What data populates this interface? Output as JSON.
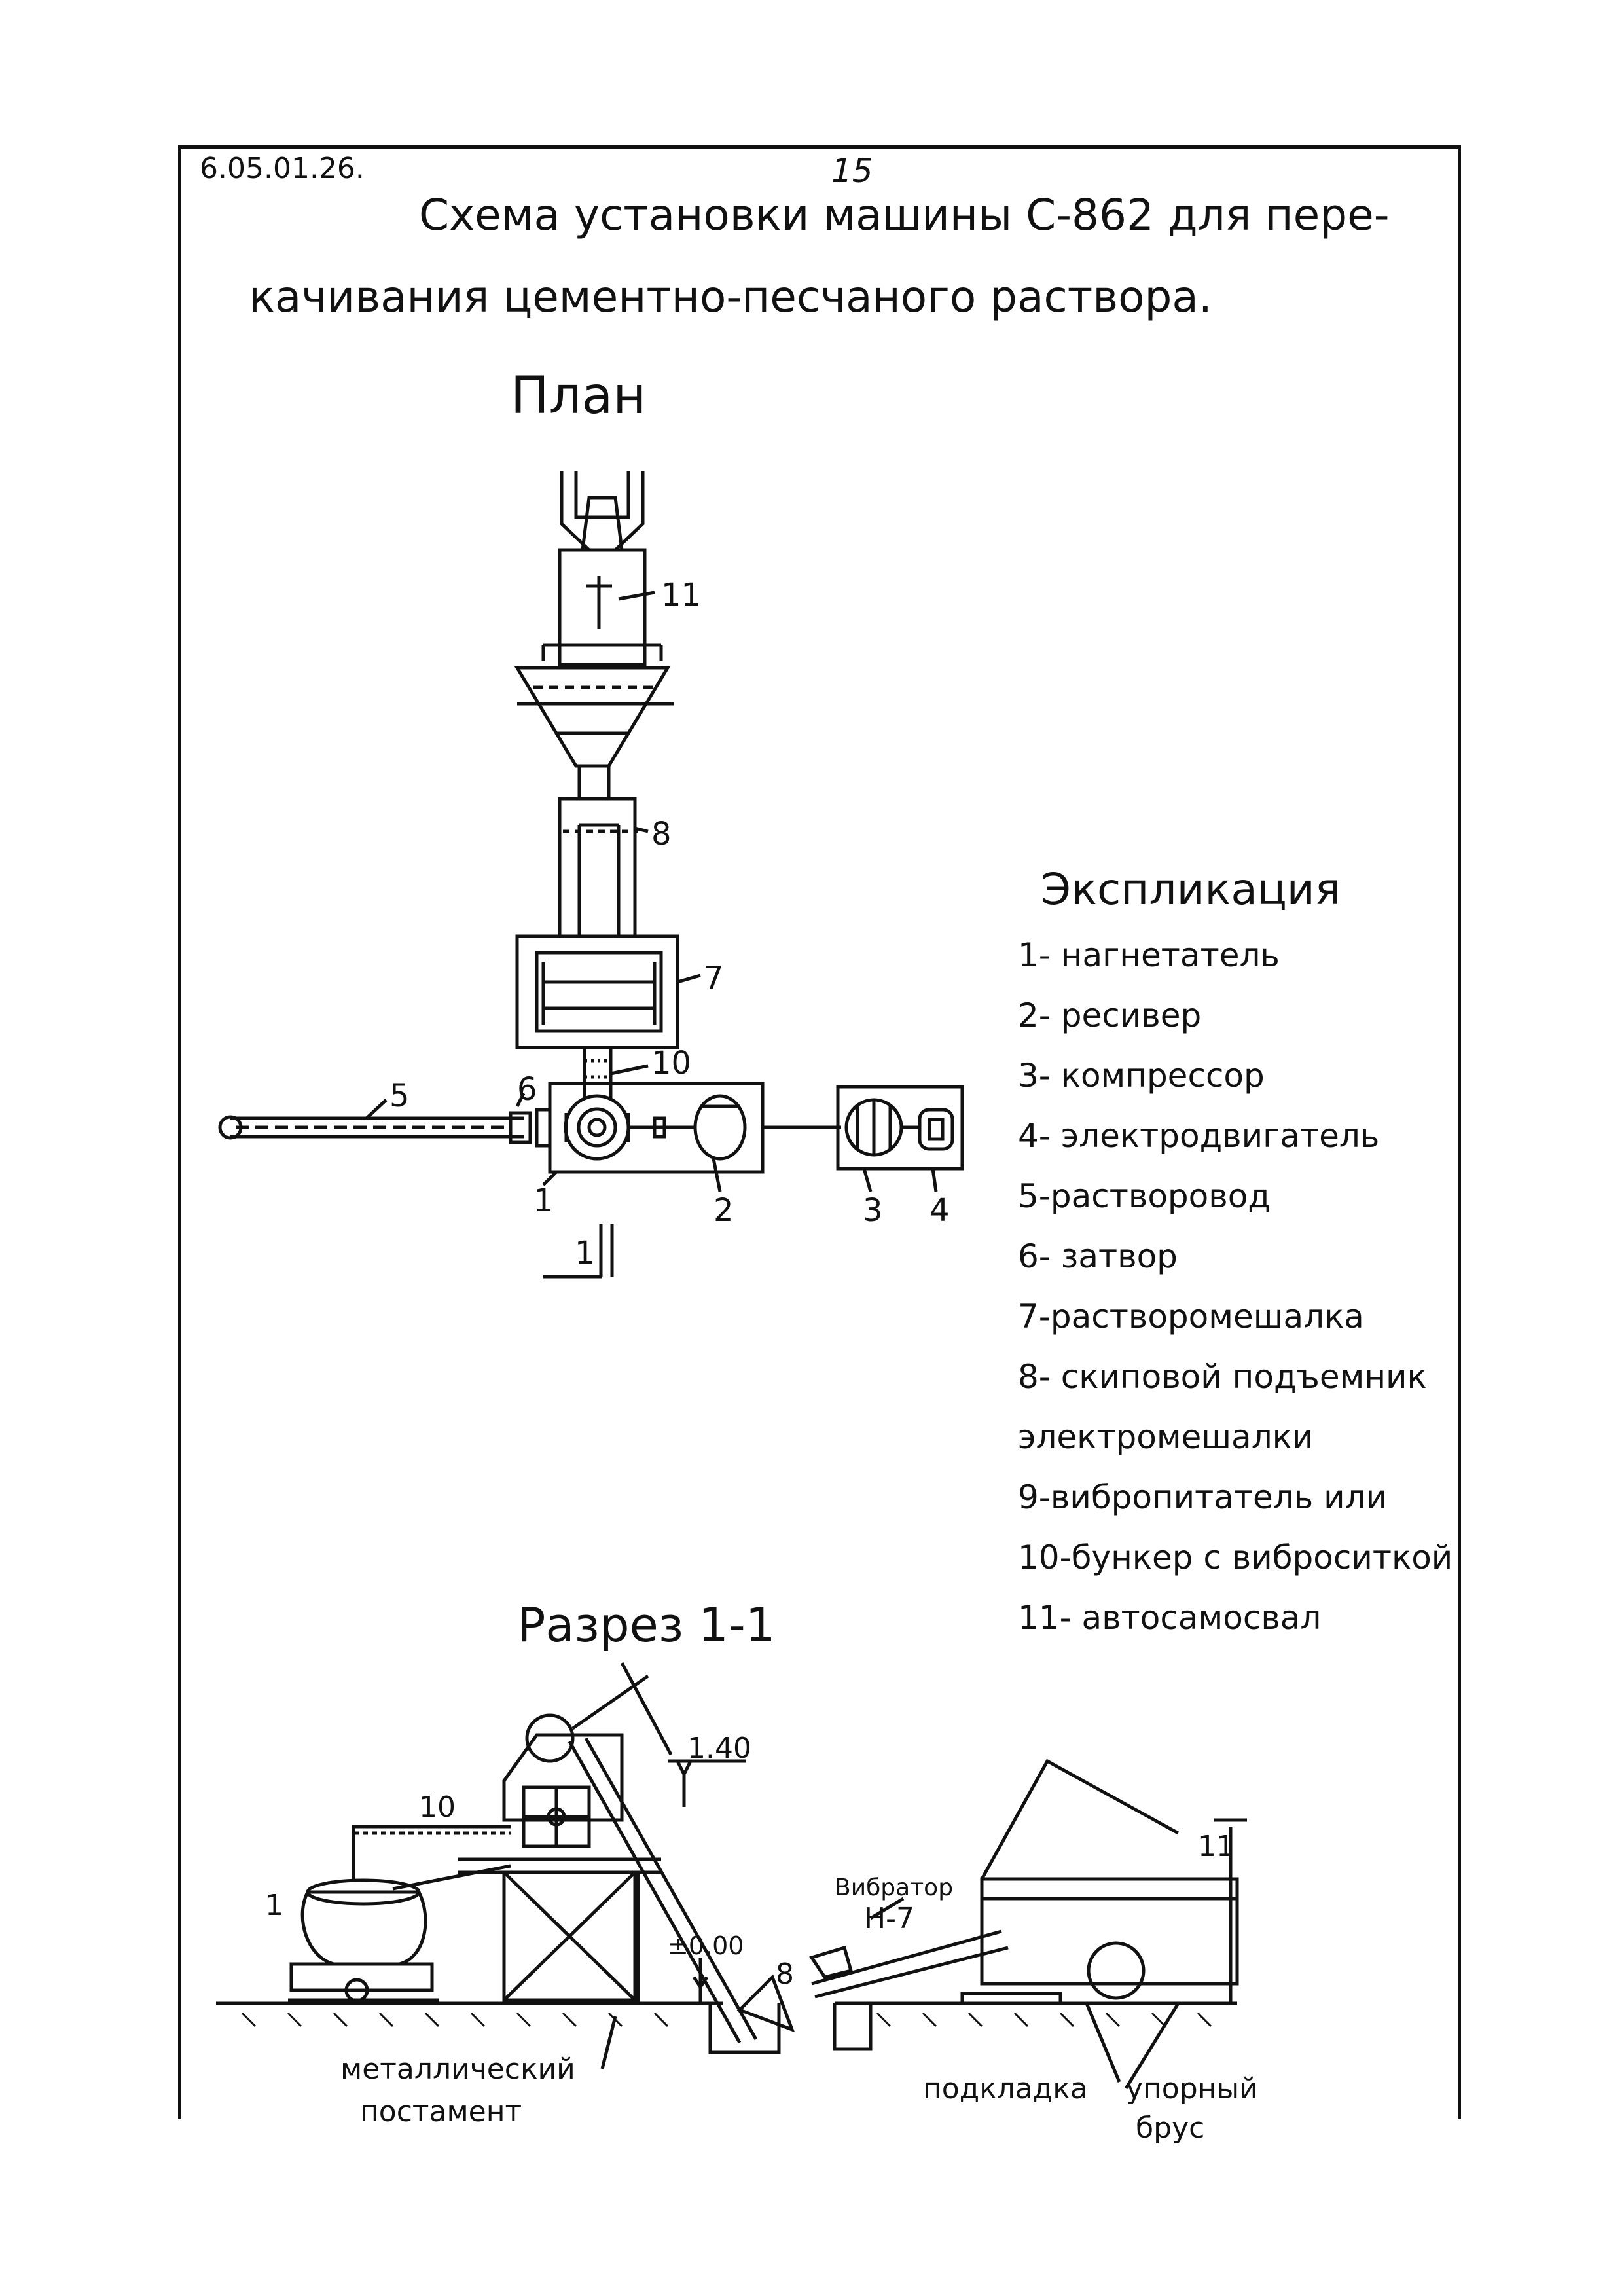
{
  "header": {
    "code": "6.05.01.26.",
    "page_number": "15",
    "title_line1": "Схема установки машины С-862 для пере-",
    "title_line2": "качивания цементно-песчаного раствора."
  },
  "plan": {
    "title": "План",
    "labels": [
      "11",
      "8",
      "7",
      "10",
      "5",
      "6",
      "1",
      "2",
      "3",
      "4",
      "1"
    ]
  },
  "legend": {
    "title": "Экспликация",
    "items": [
      "1- нагнетатель",
      "2- ресивер",
      "3- компрессор",
      "4- электродвигатель",
      "5-растворовод",
      "6- затвор",
      "7-растворомешалка",
      "8- скиповой подъемник",
      "электромешалки",
      "9-вибропитатель или",
      "10-бункер с виброситкой",
      "11- автосамосвал"
    ]
  },
  "section": {
    "title": "Разрез 1-1",
    "labels": {
      "bunker": "10",
      "pump": "1",
      "elev_top": "1.40",
      "elev_zero": "±0.00",
      "skip": "8",
      "vibrator": "Вибратор",
      "vibrator_code": "Н-7",
      "truck": "11",
      "postament_1": "металлический",
      "postament_2": "постамент",
      "podkladka": "подкладка",
      "brus_1": "упорный",
      "brus_2": "брус"
    }
  }
}
